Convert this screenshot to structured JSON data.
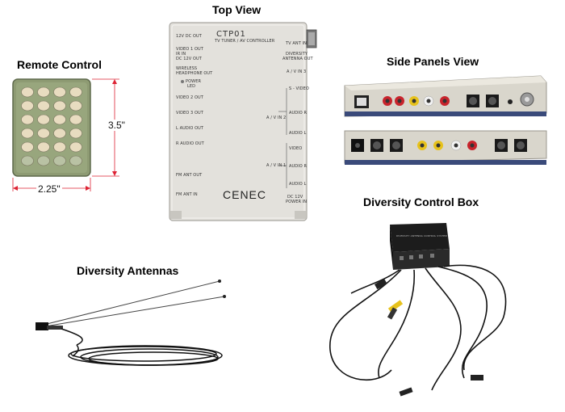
{
  "titles": {
    "top_view": "Top View",
    "remote_control": "Remote Control",
    "side_panels_view": "Side Panels View",
    "diversity_control_box": "Diversity Control Box",
    "diversity_antennas": "Diversity Antennas"
  },
  "remote": {
    "height_label": "3.5\"",
    "width_label": "2.25\""
  },
  "tuner": {
    "model": "CTP01",
    "subtitle": "TV TUNER / AV CONTROLLER",
    "brand": "CENEC",
    "left_labels": [
      "12V DC OUT",
      "VIDEO 1 OUT",
      "IR IN",
      "DC 12V OUT",
      "WIRELESS",
      "HEADPHONE OUT",
      "POWER",
      "LED",
      "VIDEO 2 OUT",
      "VIDEO 3 OUT",
      "L AUDIO OUT",
      "R AUDIO OUT",
      "FM ANT OUT",
      "FM ANT IN"
    ],
    "right_labels": [
      "TV ANT IN",
      "DIVERSITY",
      "ANTENNA OUT",
      "A / V IN 3",
      "S - VIDEO",
      "AUDIO R",
      "AUDIO L",
      "VIDEO",
      "AUDIO R",
      "AUDIO L",
      "DC 12V",
      "POWER IN"
    ],
    "group_labels": [
      "A / V IN 2",
      "A / V IN 1"
    ]
  },
  "control_box": {
    "label": "DIVERSITY ANTENNA CONTROL SYSTEM"
  },
  "colors": {
    "tuner_body": "#e3e1dc",
    "remote_body": "#8e9b73",
    "remote_buttons": "#e8dcc0",
    "rca_red": "#c8242c",
    "rca_yellow": "#e7c21c",
    "rca_white": "#f2f2f2",
    "cable": "#111111"
  }
}
